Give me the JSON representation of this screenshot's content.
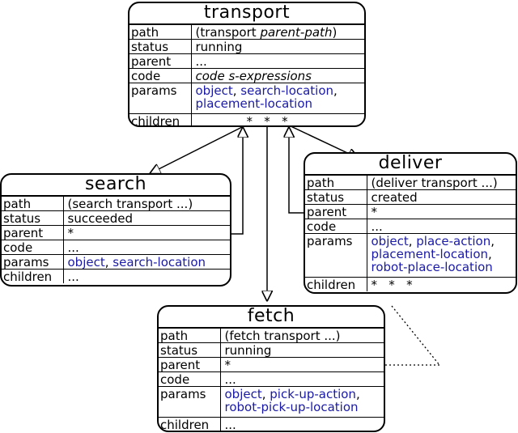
{
  "nodes": {
    "transport": {
      "title": "transport",
      "path_key": "path",
      "path_pre": "(transport ",
      "path_ital": "parent-path",
      "path_post": ")",
      "status_key": "status",
      "status_val": "running",
      "parent_key": "parent",
      "parent_val": "...",
      "code_key": "code",
      "code_val": "code s-expressions",
      "params_key": "params",
      "params_1": "object",
      "params_sep": ", ",
      "params_2": "search-location",
      "params_3": "placement-location",
      "params_comma": ",",
      "children_key": "children",
      "children_val": "*   *   *"
    },
    "search": {
      "title": "search",
      "path_key": "path",
      "path_val": "(search transport ...)",
      "status_key": "status",
      "status_val": "succeeded",
      "parent_key": "parent",
      "parent_val": "*",
      "code_key": "code",
      "code_val": "...",
      "params_key": "params",
      "params_1": "object",
      "params_sep": ", ",
      "params_2": "search-location",
      "children_key": "children",
      "children_val": "..."
    },
    "deliver": {
      "title": "deliver",
      "path_key": "path",
      "path_val": "(deliver transport ...)",
      "status_key": "status",
      "status_val": "created",
      "parent_key": "parent",
      "parent_val": "*",
      "code_key": "code",
      "code_val": "...",
      "params_key": "params",
      "params_1": "object",
      "params_sep": ", ",
      "params_2": "place-action",
      "params_comma": ",",
      "params_3": "placement-location",
      "params_4": "robot-place-location",
      "children_key": "children",
      "children_val": "*   *   *"
    },
    "fetch": {
      "title": "fetch",
      "path_key": "path",
      "path_val": "(fetch transport ...)",
      "status_key": "status",
      "status_val": "running",
      "parent_key": "parent",
      "parent_val": "*",
      "code_key": "code",
      "code_val": "...",
      "params_key": "params",
      "params_1": "object",
      "params_sep": ", ",
      "params_2": "pick-up-action",
      "params_comma": ",",
      "params_3": "robot-pick-up-location",
      "children_key": "children",
      "children_val": "..."
    }
  },
  "colors": {
    "param": "#1a1aa6",
    "line": "#000000"
  }
}
